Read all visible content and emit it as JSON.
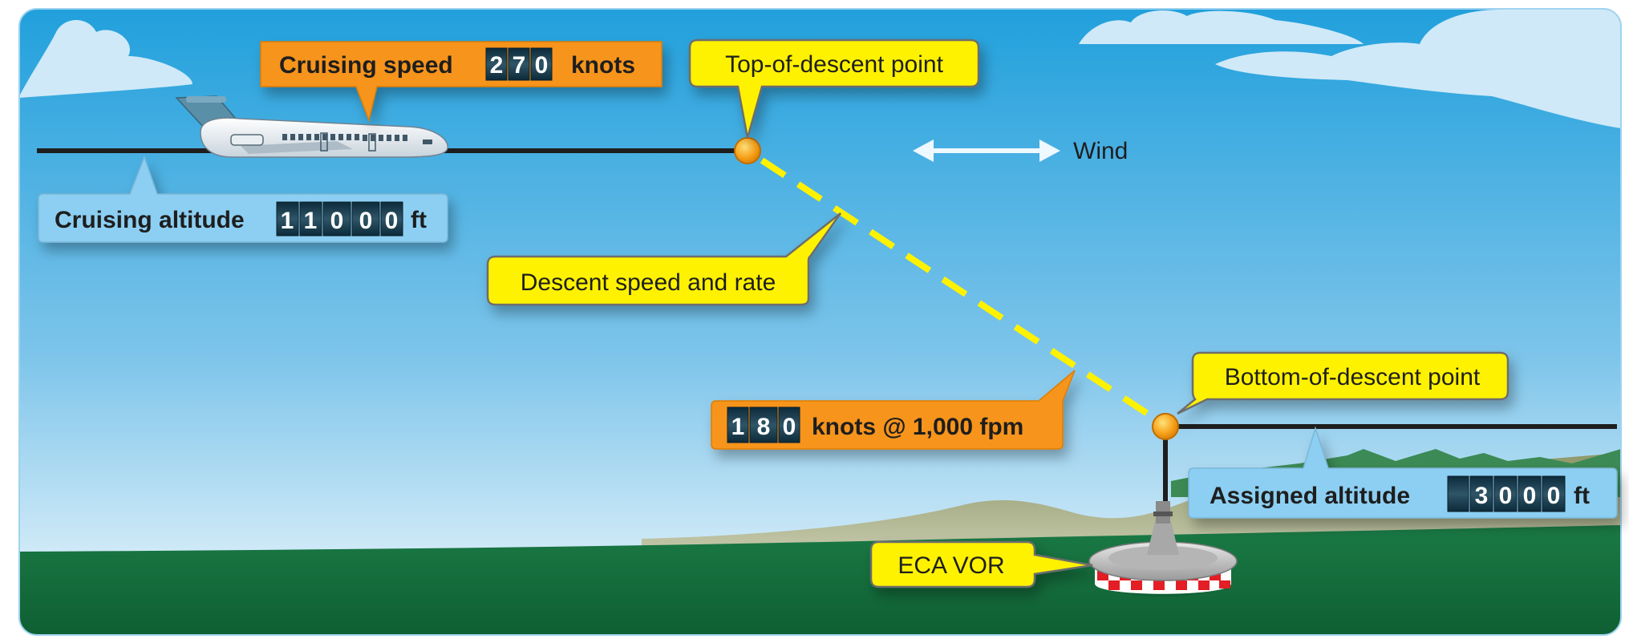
{
  "labels": {
    "cruising_speed_prefix": "Cruising speed",
    "cruising_speed_digits": [
      "2",
      "7",
      "0"
    ],
    "cruising_speed_suffix": "knots",
    "top_of_descent": "Top-of-descent point",
    "wind": "Wind",
    "cruising_altitude_prefix": "Cruising altitude",
    "cruising_altitude_digits": [
      "1",
      "1",
      "0",
      "0",
      "0"
    ],
    "cruising_altitude_suffix": "ft",
    "descent_speed_rate": "Descent speed and rate",
    "bottom_of_descent": "Bottom-of-descent point",
    "descent_digits": [
      "1",
      "8",
      "0"
    ],
    "descent_suffix": "knots @ 1,000 fpm",
    "assigned_altitude_prefix": "Assigned altitude",
    "assigned_altitude_digits": [
      "",
      "3",
      "0",
      "0",
      "0"
    ],
    "assigned_altitude_suffix": "ft",
    "vor": "ECA VOR"
  },
  "colors": {
    "sky_top": "#2aa3de",
    "sky_bottom": "#eef7fc",
    "ground": "#15703f",
    "hills": "#8f9a6c",
    "orange_box": "#f7941d",
    "yellow_box": "#fff200",
    "blue_box": "#8ccff2",
    "descent_path": "#fff200",
    "vor_red": "#e31e24"
  }
}
